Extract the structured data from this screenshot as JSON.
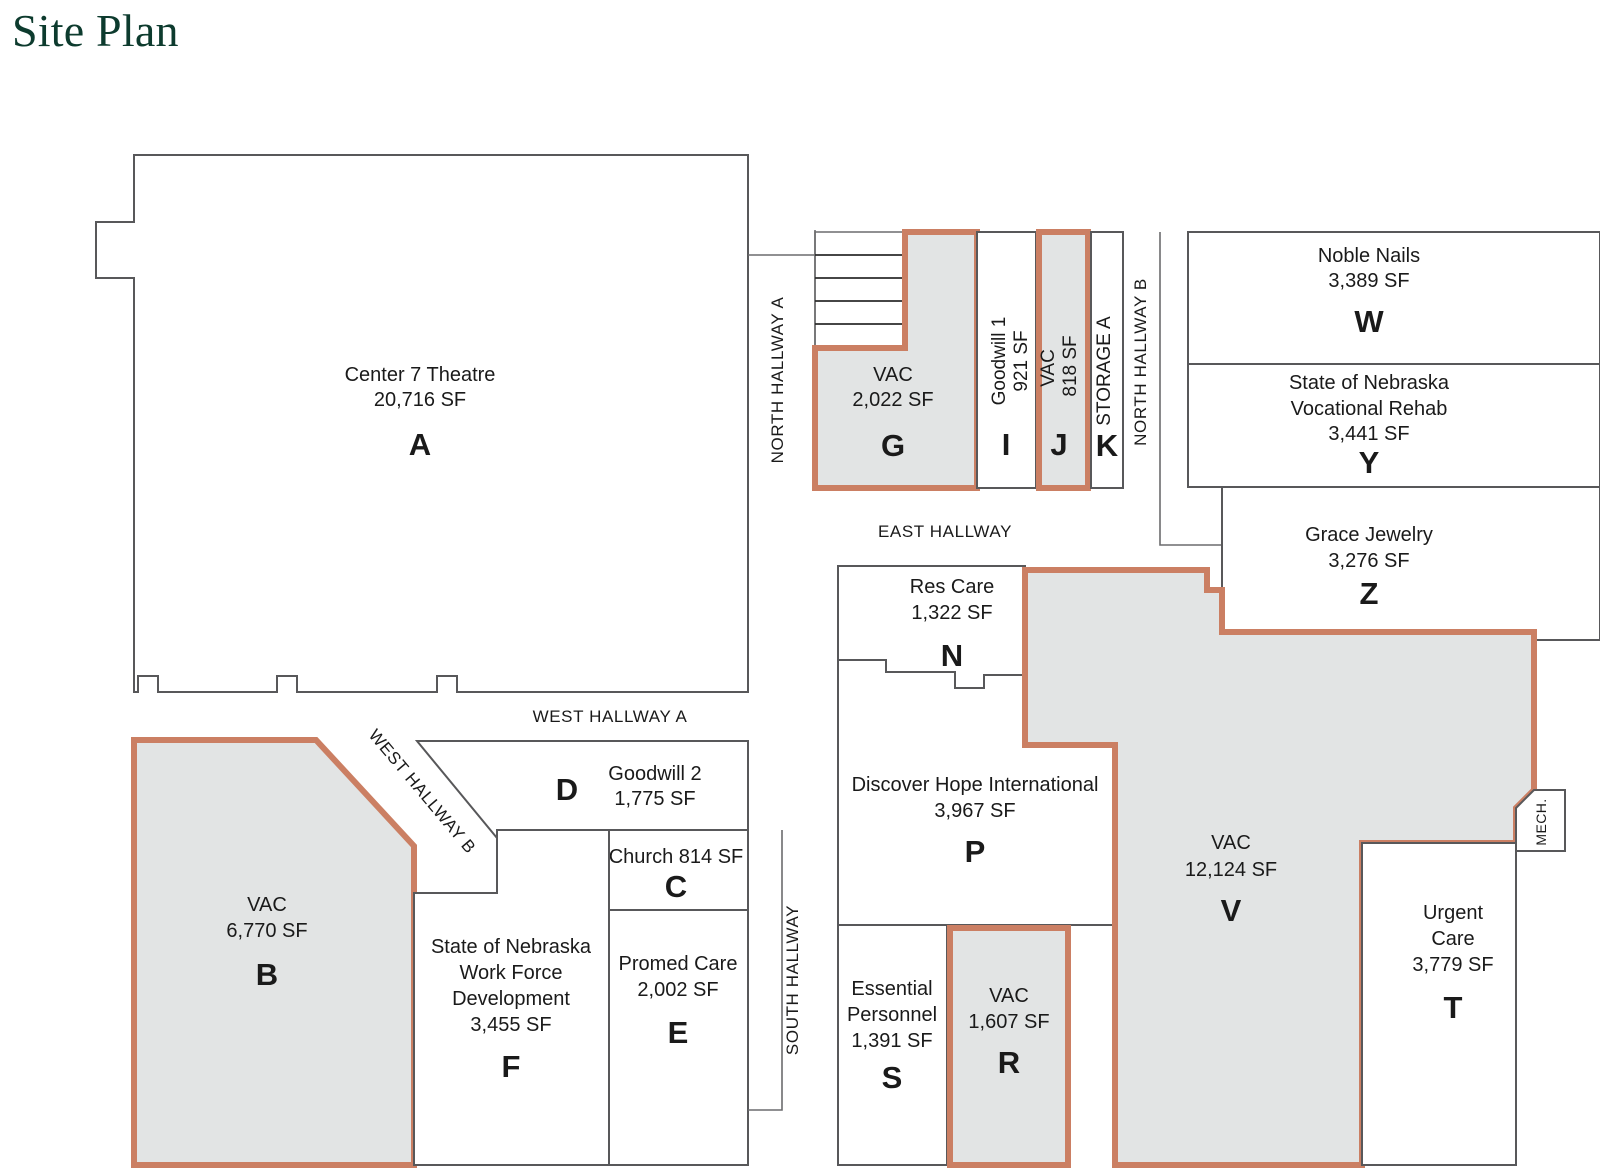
{
  "page": {
    "title": "Site Plan",
    "title_color": "#0d3b2e"
  },
  "legend_colors": {
    "vacant_fill": "#e2e4e4",
    "vacant_outline": "#cb7f63",
    "wall": "#58585a",
    "text": "#1a1a1a"
  },
  "units": [
    {
      "id": "A",
      "name": "Center 7 Theatre",
      "area": "20,716 SF",
      "letter": "A",
      "vacant": false
    },
    {
      "id": "G",
      "name": "VAC",
      "area": "2,022 SF",
      "letter": "G",
      "vacant": true
    },
    {
      "id": "I",
      "name": "Goodwill 1",
      "area": "921 SF",
      "letter": "I",
      "vacant": false
    },
    {
      "id": "J",
      "name": "VAC",
      "area": "818 SF",
      "letter": "J",
      "vacant": true
    },
    {
      "id": "K",
      "name": "STORAGE A",
      "area": "",
      "letter": "K",
      "vacant": false
    },
    {
      "id": "W",
      "name": "Noble Nails",
      "area": "3,389 SF",
      "letter": "W",
      "vacant": false
    },
    {
      "id": "Y",
      "name": "State of Nebraska Vocational Rehab",
      "name_line1": "State of Nebraska",
      "name_line2": "Vocational Rehab",
      "area": "3,441 SF",
      "letter": "Y",
      "vacant": false
    },
    {
      "id": "Z",
      "name": "Grace Jewelry",
      "area": "3,276 SF",
      "letter": "Z",
      "vacant": false
    },
    {
      "id": "N",
      "name": "Res Care",
      "area": "1,322 SF",
      "letter": "N",
      "vacant": false
    },
    {
      "id": "P",
      "name": "Discover Hope International",
      "area": "3,967 SF",
      "letter": "P",
      "vacant": false
    },
    {
      "id": "V",
      "name": "VAC",
      "area": "12,124 SF",
      "letter": "V",
      "vacant": true
    },
    {
      "id": "T",
      "name": "Urgent Care",
      "name_line1": "Urgent",
      "name_line2": "Care",
      "area": "3,779 SF",
      "letter": "T",
      "vacant": false
    },
    {
      "id": "S",
      "name": "Essential Personnel",
      "name_line1": "Essential",
      "name_line2": "Personnel",
      "area": "1,391 SF",
      "letter": "S",
      "vacant": false
    },
    {
      "id": "R",
      "name": "VAC",
      "area": "1,607 SF",
      "letter": "R",
      "vacant": true
    },
    {
      "id": "B",
      "name": "VAC",
      "area": "6,770 SF",
      "letter": "B",
      "vacant": true
    },
    {
      "id": "D",
      "name": "Goodwill 2",
      "area": "1,775 SF",
      "letter": "D",
      "vacant": false
    },
    {
      "id": "C",
      "name": "Church 814 SF",
      "area": "",
      "letter": "C",
      "vacant": false
    },
    {
      "id": "E",
      "name": "Promed Care",
      "area": "2,002 SF",
      "letter": "E",
      "vacant": false
    },
    {
      "id": "F",
      "name": "State of Nebraska Work Force Development",
      "name_line1": "State of Nebraska",
      "name_line2": "Work Force",
      "name_line3": "Development",
      "area": "3,455 SF",
      "letter": "F",
      "vacant": false
    }
  ],
  "labels": {
    "unit_a_name": "Center 7 Theatre",
    "unit_a_area": "20,716 SF",
    "unit_a_letter": "A",
    "unit_g_name": "VAC",
    "unit_g_area": "2,022 SF",
    "unit_g_letter": "G",
    "unit_i_name": "Goodwill 1",
    "unit_i_area": "921 SF",
    "unit_i_letter": "I",
    "unit_j_name": "VAC",
    "unit_j_area": "818 SF",
    "unit_j_letter": "J",
    "unit_k_name": "STORAGE A",
    "unit_k_letter": "K",
    "unit_w_name": "Noble Nails",
    "unit_w_area": "3,389 SF",
    "unit_w_letter": "W",
    "unit_y_name1": "State of Nebraska",
    "unit_y_name2": "Vocational Rehab",
    "unit_y_area": "3,441 SF",
    "unit_y_letter": "Y",
    "unit_z_name": "Grace Jewelry",
    "unit_z_area": "3,276 SF",
    "unit_z_letter": "Z",
    "unit_n_name": "Res Care",
    "unit_n_area": "1,322 SF",
    "unit_n_letter": "N",
    "unit_p_name": "Discover Hope International",
    "unit_p_area": "3,967 SF",
    "unit_p_letter": "P",
    "unit_v_name": "VAC",
    "unit_v_area": "12,124 SF",
    "unit_v_letter": "V",
    "unit_t_name1": "Urgent",
    "unit_t_name2": "Care",
    "unit_t_area": "3,779 SF",
    "unit_t_letter": "T",
    "unit_s_name1": "Essential",
    "unit_s_name2": "Personnel",
    "unit_s_area": "1,391 SF",
    "unit_s_letter": "S",
    "unit_r_name": "VAC",
    "unit_r_area": "1,607 SF",
    "unit_r_letter": "R",
    "unit_b_name": "VAC",
    "unit_b_area": "6,770 SF",
    "unit_b_letter": "B",
    "unit_d_name": "Goodwill 2",
    "unit_d_area": "1,775 SF",
    "unit_d_letter": "D",
    "unit_c_name": "Church 814 SF",
    "unit_c_letter": "C",
    "unit_e_name": "Promed Care",
    "unit_e_area": "2,002 SF",
    "unit_e_letter": "E",
    "unit_f_name1": "State of Nebraska",
    "unit_f_name2": "Work Force",
    "unit_f_name3": "Development",
    "unit_f_area": "3,455 SF",
    "unit_f_letter": "F",
    "mech": "MECH."
  },
  "hallways": [
    {
      "id": "north-a",
      "label": "NORTH HALLWAY A",
      "orientation": "vertical"
    },
    {
      "id": "north-b",
      "label": "NORTH HALLWAY B",
      "orientation": "vertical"
    },
    {
      "id": "east",
      "label": "EAST HALLWAY",
      "orientation": "horizontal"
    },
    {
      "id": "west-a",
      "label": "WEST HALLWAY A",
      "orientation": "horizontal"
    },
    {
      "id": "west-b",
      "label": "WEST HALLWAY B",
      "orientation": "diagonal"
    },
    {
      "id": "south",
      "label": "SOUTH HALLWAY",
      "orientation": "vertical"
    }
  ]
}
